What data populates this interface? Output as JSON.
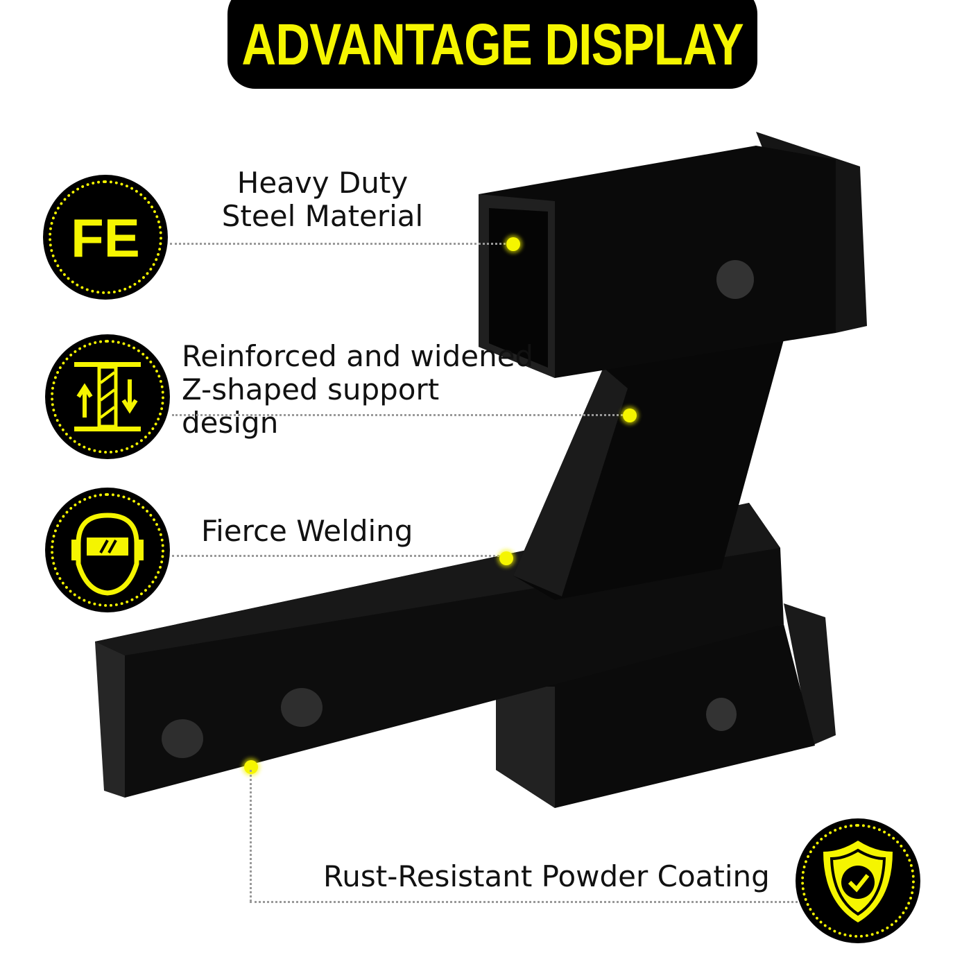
{
  "header": {
    "title": "ADVANTAGE DISPLAY"
  },
  "features": [
    {
      "icon": "iron-fe-icon",
      "icon_text": "FE",
      "title": "Heavy Duty\nSteel Material",
      "line1": "Heavy Duty",
      "line2": "Steel Material"
    },
    {
      "icon": "support-beam-icon",
      "line1": "Reinforced and widened",
      "line2": "Z-shaped support design"
    },
    {
      "icon": "welding-mask-icon",
      "line1": "Fierce Welding"
    },
    {
      "icon": "shield-check-icon",
      "line1": "Rust-Resistant Powder Coating"
    }
  ],
  "colors": {
    "accent": "#f5f500",
    "dark": "#000000",
    "text": "#111111"
  }
}
